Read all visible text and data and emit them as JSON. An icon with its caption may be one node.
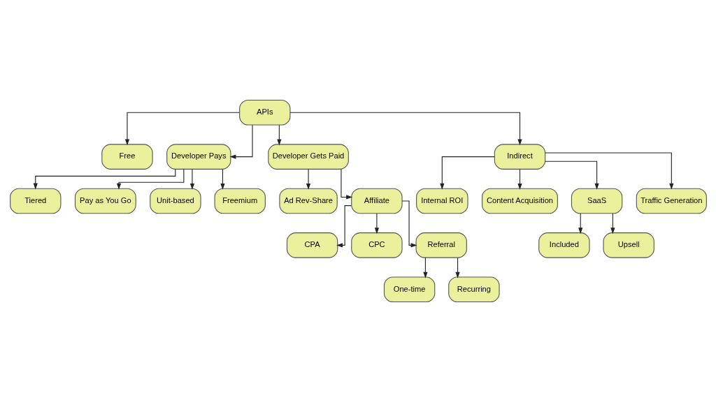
{
  "diagram": {
    "nodes": [
      {
        "text": [
          "APIs"
        ]
      },
      {
        "text": [
          "Free"
        ]
      },
      {
        "text": [
          "Developer Pays"
        ]
      },
      {
        "text": [
          "Developer Gets Paid"
        ]
      },
      {
        "text": [
          "Indirect"
        ]
      },
      {
        "text": [
          "Tiered"
        ]
      },
      {
        "text": [
          "Pay as You Go"
        ]
      },
      {
        "text": [
          "Unit-based"
        ]
      },
      {
        "text": [
          "Freemium"
        ]
      },
      {
        "text": [
          "Ad Rev-Share"
        ]
      },
      {
        "text": [
          "Affiliate"
        ]
      },
      {
        "text": [
          "Internal ROI"
        ]
      },
      {
        "text": [
          "Content Acquisition"
        ]
      },
      {
        "text": [
          "SaaS"
        ]
      },
      {
        "text": [
          "Traffic Generation"
        ]
      },
      {
        "text": [
          "CPA"
        ]
      },
      {
        "text": [
          "CPC"
        ]
      },
      {
        "text": [
          "Referral"
        ]
      },
      {
        "text": [
          "Included"
        ]
      },
      {
        "text": [
          "Upsell"
        ]
      },
      {
        "text": [
          "One-time"
        ]
      },
      {
        "text": [
          "Recurring"
        ]
      }
    ],
    "edges": [
      {
        "from": 0,
        "to": 1,
        "arrow": "to"
      },
      {
        "from": 0,
        "to": 2,
        "arrow": "to"
      },
      {
        "from": 0,
        "to": 3,
        "arrow": "to"
      },
      {
        "from": 0,
        "to": 4,
        "arrow": "to"
      },
      {
        "from": 2,
        "to": 5,
        "arrow": "to"
      },
      {
        "from": 2,
        "to": 6,
        "arrow": "to"
      },
      {
        "from": 2,
        "to": 7,
        "arrow": "to"
      },
      {
        "from": 2,
        "to": 8,
        "arrow": "to"
      },
      {
        "from": 3,
        "to": 9,
        "arrow": "to"
      },
      {
        "from": 3,
        "to": 10,
        "arrow": "to"
      },
      {
        "from": 4,
        "to": 11,
        "arrow": "to"
      },
      {
        "from": 4,
        "to": 12,
        "arrow": "to"
      },
      {
        "from": 4,
        "to": 13,
        "arrow": "to"
      },
      {
        "from": 4,
        "to": 14,
        "arrow": "to"
      },
      {
        "from": 10,
        "to": 15,
        "arrow": "to"
      },
      {
        "from": 10,
        "to": 16,
        "arrow": "to"
      },
      {
        "from": 10,
        "to": 17,
        "arrow": "to"
      },
      {
        "from": 13,
        "to": 18,
        "arrow": "to"
      },
      {
        "from": 13,
        "to": 19,
        "arrow": "to"
      },
      {
        "from": 17,
        "to": 20,
        "arrow": "to"
      },
      {
        "from": 17,
        "to": 21,
        "arrow": "to"
      }
    ]
  }
}
